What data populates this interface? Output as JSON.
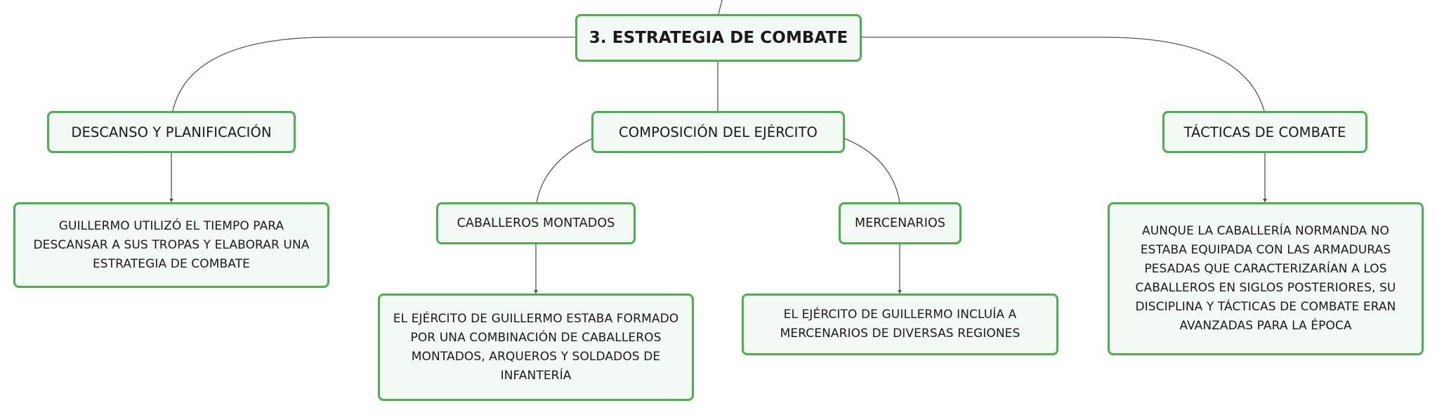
{
  "root": {
    "label": "3. ESTRATEGIA DE COMBATE"
  },
  "branches": {
    "descanso": {
      "label": "DESCANSO Y PLANIFICACIÓN",
      "detail": "GUILLERMO UTILIZÓ EL TIEMPO PARA DESCANSAR A SUS TROPAS Y ELABORAR UNA ESTRATEGIA DE COMBATE"
    },
    "composicion": {
      "label": "COMPOSICIÓN DEL EJÉRCITO",
      "caballeros": {
        "label": "CABALLEROS MONTADOS",
        "detail": "EL EJÉRCITO DE GUILLERMO ESTABA FORMADO POR UNA COMBINACIÓN DE CABALLEROS MONTADOS, ARQUEROS Y SOLDADOS DE INFANTERÍA"
      },
      "mercenarios": {
        "label": "MERCENARIOS",
        "detail": "EL EJÉRCITO DE GUILLERMO INCLUÍA A MERCENARIOS DE DIVERSAS REGIONES"
      }
    },
    "tacticas": {
      "label": "TÁCTICAS DE COMBATE",
      "detail": "AUNQUE LA CABALLERÍA NORMANDA NO ESTABA EQUIPADA CON LAS ARMADURAS PESADAS QUE CARACTERIZARÍAN A LOS CABALLEROS EN SIGLOS POSTERIORES, SU DISCIPLINA Y TÁCTICAS DE COMBATE ERAN AVANZADAS PARA LA ÉPOCA"
    }
  },
  "colors": {
    "border": "#4caf50",
    "fill": "#f3f9f4",
    "connector": "#555555"
  }
}
